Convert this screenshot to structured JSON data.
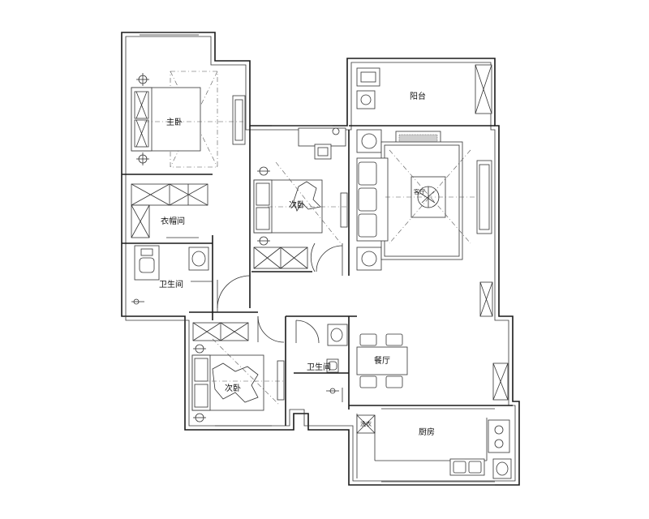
{
  "rooms": {
    "master_bedroom": "主卧",
    "walk_in_closet": "衣帽间",
    "bathroom_1": "卫生间",
    "second_bedroom_1": "次卧",
    "balcony": "阳台",
    "living_room": "客厅",
    "second_bedroom_2": "次卧",
    "bathroom_2": "卫生间",
    "dining_room": "餐厅",
    "kitchen": "厨房",
    "laundry_tag": "洗衣"
  }
}
